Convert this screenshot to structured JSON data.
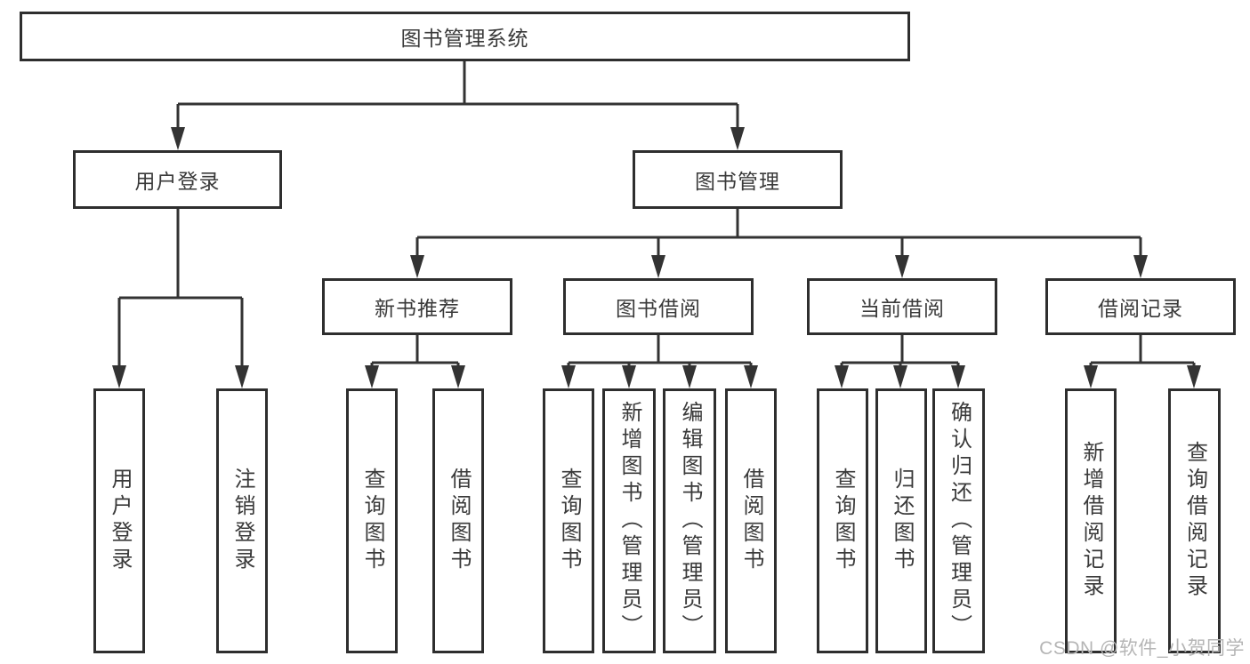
{
  "tree": {
    "root": {
      "label": "图书管理系统"
    },
    "branches": [
      {
        "label": "用户登录",
        "children": [
          {
            "label": "用户登录"
          },
          {
            "label": "注销登录"
          }
        ]
      },
      {
        "label": "图书管理",
        "children": [
          {
            "label": "新书推荐",
            "children": [
              {
                "label": "查询图书"
              },
              {
                "label": "借阅图书"
              }
            ]
          },
          {
            "label": "图书借阅",
            "children": [
              {
                "label": "查询图书"
              },
              {
                "label": "新增图书（管理员）"
              },
              {
                "label": "编辑图书（管理员）"
              },
              {
                "label": "借阅图书"
              }
            ]
          },
          {
            "label": "当前借阅",
            "children": [
              {
                "label": "查询图书"
              },
              {
                "label": "归还图书"
              },
              {
                "label": "确认归还（管理员）"
              }
            ]
          },
          {
            "label": "借阅记录",
            "children": [
              {
                "label": "新增借阅记录"
              },
              {
                "label": "查询借阅记录"
              }
            ]
          }
        ]
      }
    ]
  },
  "watermark": "CSDN @软件_小贺同学",
  "colors": {
    "line": "#333333",
    "box-border": "#2e2e2e",
    "text": "#3a3a3a",
    "watermark": "#b5b5b5",
    "background": "#ffffff"
  }
}
